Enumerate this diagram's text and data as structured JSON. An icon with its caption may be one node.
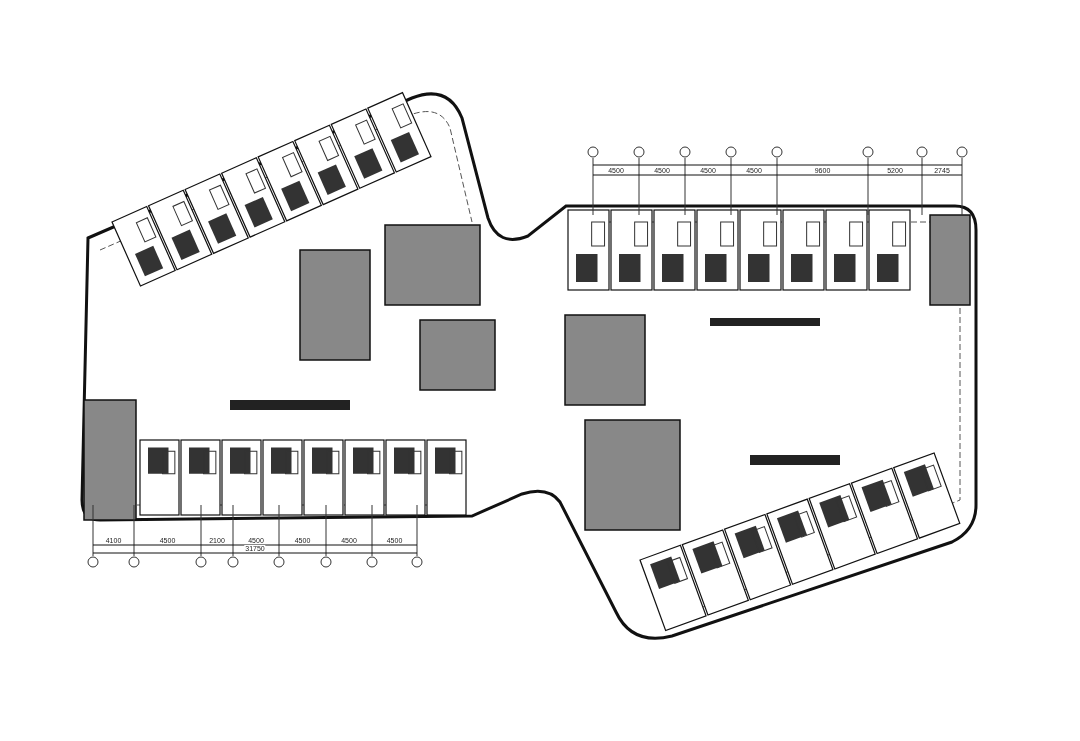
{
  "diagram": {
    "labels": [
      "4100",
      "4500",
      "2100",
      "4500",
      "4500",
      "4500",
      "4500",
      "31750",
      "4500",
      "4500",
      "4500",
      "4500",
      "9600",
      "5200",
      "2745"
    ]
  }
}
